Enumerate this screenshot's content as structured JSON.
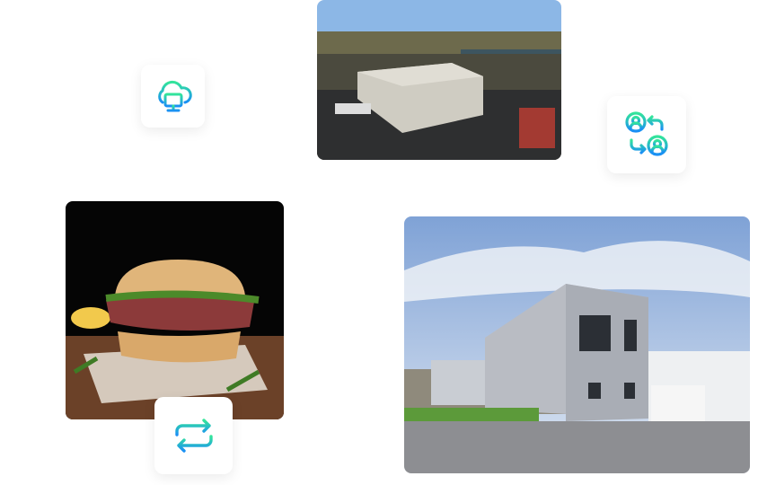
{
  "colors": {
    "gradient_start": "#33e59a",
    "gradient_end": "#1a8ff5",
    "card_bg": "#ffffff"
  },
  "icons": [
    "cloud-monitor-icon",
    "user-exchange-icon",
    "repeat-arrows-icon"
  ],
  "photos": [
    "aerial-warehouse-photo",
    "sandwich-photo",
    "office-building-photo"
  ]
}
